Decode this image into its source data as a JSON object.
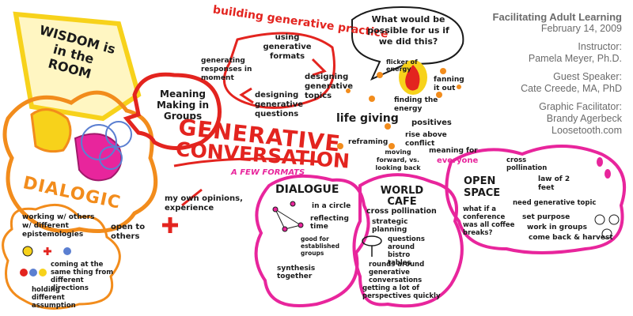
{
  "info": {
    "title": "Facilitating Adult Learning",
    "date": "February 14, 2009",
    "instructor_label": "Instructor:",
    "instructor": "Pamela Meyer, Ph.D.",
    "speaker_label": "Guest Speaker:",
    "speaker": "Cate Creede, MA, PhD",
    "facilitator_label": "Graphic Facilitator:",
    "facilitator": "Brandy Agerbeck",
    "site": "Loosetooth.com"
  },
  "wisdom": "WISDOM is in the ROOM",
  "dialogic": "DIALOGIC",
  "practice": {
    "title": "building generative practice",
    "step1": "using generative formats",
    "step2": "designing generative topics",
    "step3": "designing generative questions",
    "step4": "generating responses in moment"
  },
  "question": "What would be possible for us if we did this?",
  "meaning": "Meaning Making in Groups",
  "energy": {
    "flicker": "flicker of energy",
    "fanning": "fanning it out",
    "finding": "finding the energy",
    "life": "life giving",
    "positives": "positives",
    "rise": "rise above conflict",
    "reframing": "reframing",
    "moving": "moving forward, vs. looking back",
    "meaning_for": "meaning for",
    "everyone": "everyone"
  },
  "headline": {
    "line1": "GENERATIVE",
    "line2": "CONVERSATION",
    "formats": "A FEW FORMATS"
  },
  "left": {
    "opinions": "my own opinions, experience",
    "open": "open to others",
    "working": "working w/ others w/ different epistemologies",
    "coming": "coming at the same thing from different directions",
    "holding": "holding different assumption"
  },
  "dialogue": {
    "title": "DIALOGUE",
    "circle": "in a circle",
    "reflecting": "reflecting time",
    "good": "good for established groups",
    "synthesis": "synthesis together"
  },
  "cafe": {
    "title": "WORLD CAFE",
    "cross": "cross pollination",
    "strategic": "strategic planning",
    "questions": "questions around bistro tables",
    "rounds": "rounds around generative conversations",
    "getting": "getting a lot of perspectives quickly"
  },
  "openspace": {
    "title": "OPEN SPACE",
    "cross": "cross pollination",
    "law": "law of 2 feet",
    "need": "need generative topic",
    "whatif": "what if a conference was all coffee breaks?",
    "set": "set purpose",
    "work": "work in groups",
    "come": "come back & harvest"
  },
  "colors": {
    "magenta": "#e8259c",
    "orange": "#f28c1c",
    "red": "#e3241f",
    "yellow": "#f7d21b",
    "ink": "#1a1a1a"
  }
}
